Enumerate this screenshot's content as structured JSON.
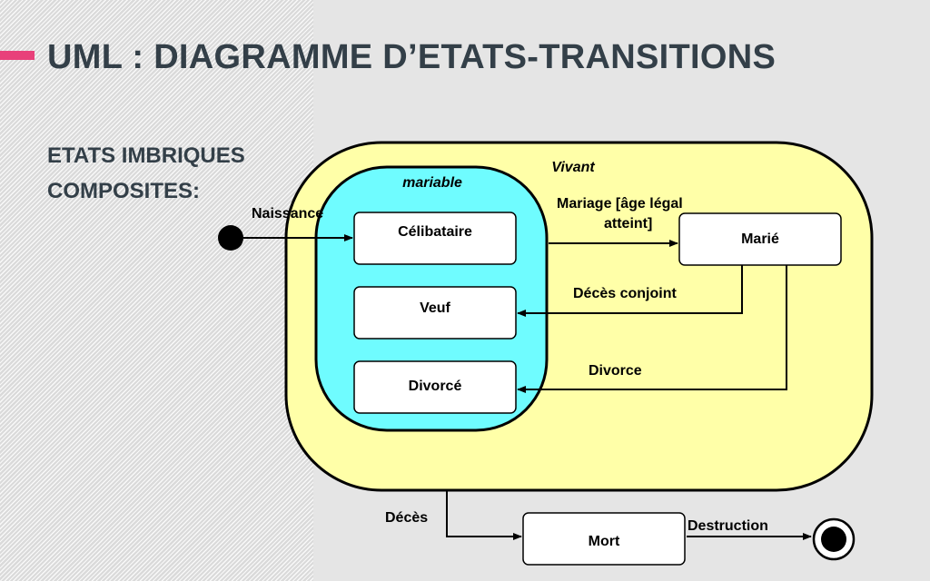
{
  "slide": {
    "title": "UML : DIAGRAMME D’ETATS-TRANSITIONS",
    "subtitle_line1": "ETATS  IMBRIQUES",
    "subtitle_line2": "COMPOSITES:"
  },
  "diagram": {
    "outer_state": "Vivant",
    "inner_state": "mariable",
    "states": {
      "celibataire": "Célibataire",
      "veuf": "Veuf",
      "divorce": "Divorcé",
      "marie": "Marié",
      "mort": "Mort"
    },
    "transitions": {
      "naissance": "Naissance",
      "mariage_line1": "Mariage [âge légal",
      "mariage_line2": "atteint]",
      "deces_conjoint": "Décès conjoint",
      "divorce": "Divorce",
      "deces": "Décès",
      "destruction": "Destruction"
    },
    "colors": {
      "outer_fill": "#ffffa8",
      "inner_fill": "#6ffcff",
      "accent": "#e8417a",
      "title_text": "#333f48"
    }
  }
}
